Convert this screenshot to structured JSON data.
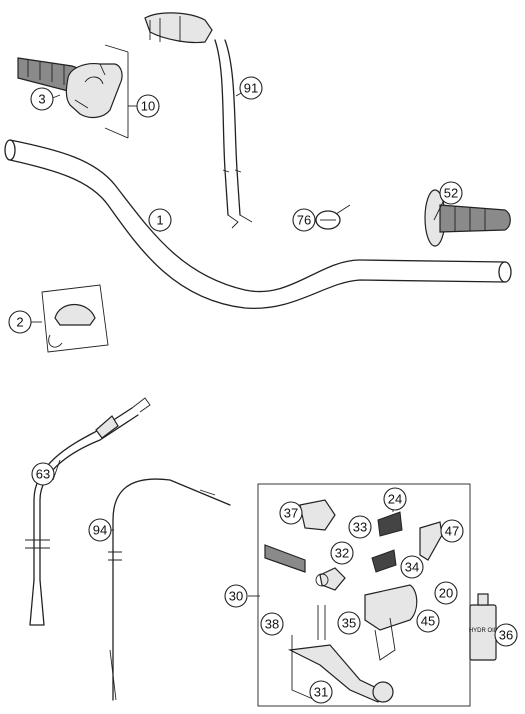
{
  "diagram": {
    "callouts": [
      {
        "id": "c1",
        "label": "1"
      },
      {
        "id": "c2",
        "label": "2"
      },
      {
        "id": "c3",
        "label": "3"
      },
      {
        "id": "c10",
        "label": "10"
      },
      {
        "id": "c20",
        "label": "20"
      },
      {
        "id": "c24",
        "label": "24"
      },
      {
        "id": "c30",
        "label": "30"
      },
      {
        "id": "c31",
        "label": "31"
      },
      {
        "id": "c32",
        "label": "32"
      },
      {
        "id": "c33",
        "label": "33"
      },
      {
        "id": "c34",
        "label": "34"
      },
      {
        "id": "c35",
        "label": "35"
      },
      {
        "id": "c36",
        "label": "36"
      },
      {
        "id": "c37",
        "label": "37"
      },
      {
        "id": "c38",
        "label": "38"
      },
      {
        "id": "c45",
        "label": "45"
      },
      {
        "id": "c47",
        "label": "47"
      },
      {
        "id": "c52",
        "label": "52"
      },
      {
        "id": "c63",
        "label": "63"
      },
      {
        "id": "c76",
        "label": "76"
      },
      {
        "id": "c91",
        "label": "91"
      },
      {
        "id": "c94",
        "label": "94"
      }
    ],
    "bottle_label": "HYDR OIL"
  }
}
